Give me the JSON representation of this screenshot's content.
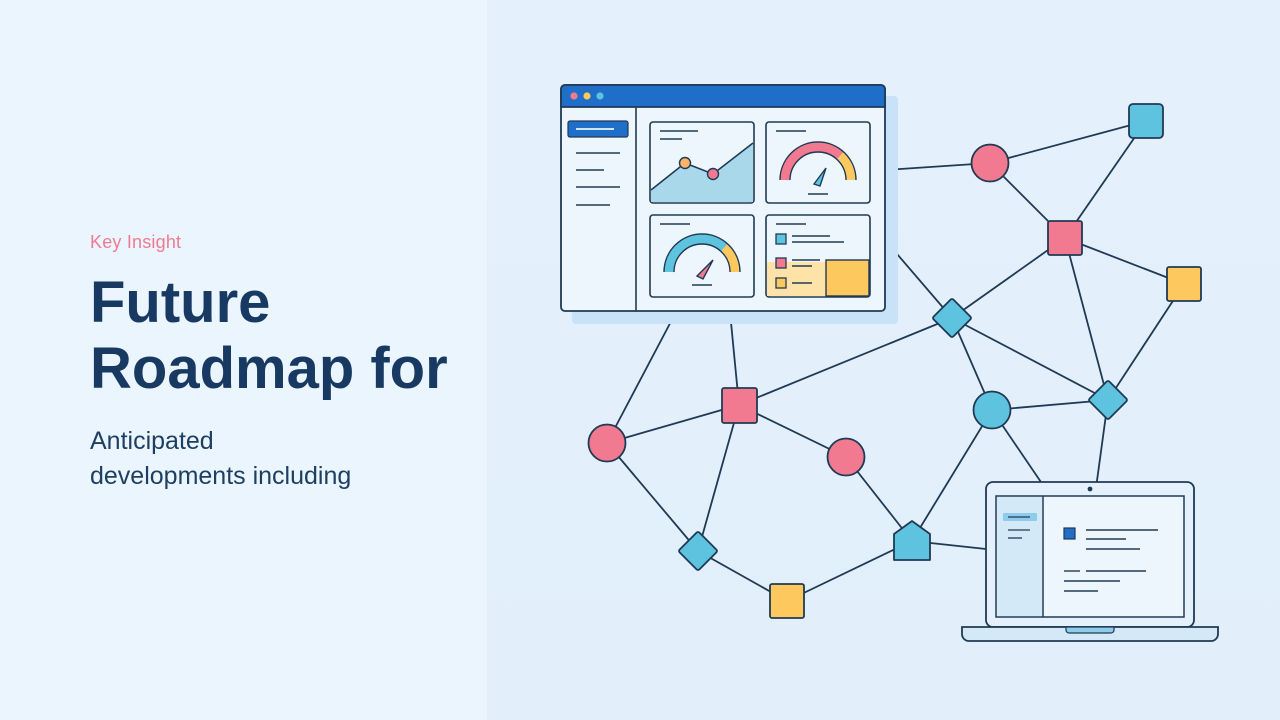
{
  "slide": {
    "eyebrow": "Key Insight",
    "title_lines": [
      "Future",
      "Roadmap for"
    ],
    "subtitle_lines": [
      "Anticipated",
      "developments including"
    ]
  },
  "colors": {
    "accent_pink": "#f07a93",
    "title_navy": "#183a62",
    "node_cyan": "#5ec3df",
    "node_pink": "#f27a90",
    "node_yellow": "#fdc95f",
    "window_blue": "#1f6fc8"
  },
  "illustration": {
    "icons": [
      "dashboard-window",
      "laptop",
      "network-graph",
      "line-chart",
      "gauge",
      "checklist"
    ]
  }
}
